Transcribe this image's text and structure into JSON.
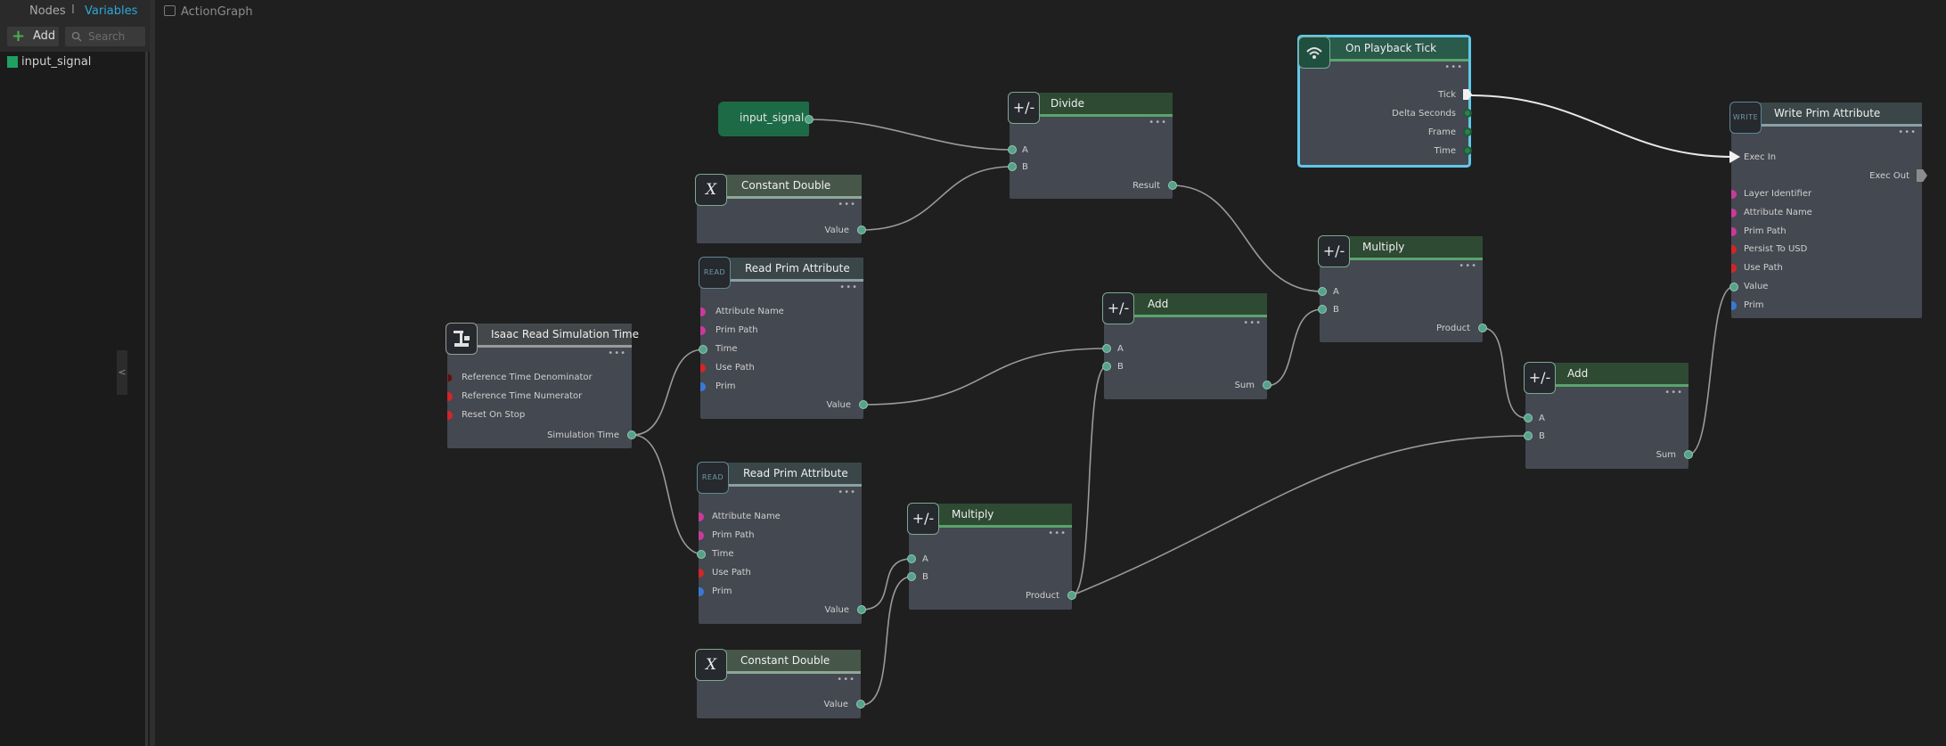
{
  "panel": {
    "tab_nodes": "Nodes",
    "tab_separator": "I",
    "tab_variables": "Variables",
    "add_label": "Add",
    "search_placeholder": "Search",
    "variables": [
      {
        "name": "input_signal",
        "color": "#1fa062"
      }
    ],
    "collapse_glyph": "<"
  },
  "graph": {
    "breadcrumb": "ActionGraph",
    "dots": "•••",
    "variable_node": {
      "label": "input_signal"
    },
    "nodes": {
      "divide": {
        "title": "Divide",
        "icon": "+/-",
        "inputs": [
          "A",
          "B"
        ],
        "output": "Result"
      },
      "const1": {
        "title": "Constant Double",
        "icon": "X",
        "output": "Value"
      },
      "read1": {
        "title": "Read Prim Attribute",
        "icon": "READ",
        "inputs": [
          "Attribute Name",
          "Prim Path",
          "Time",
          "Use Path",
          "Prim"
        ],
        "output": "Value"
      },
      "sim_time": {
        "title": "Isaac Read Simulation Time",
        "inputs": [
          "Reference Time Denominator",
          "Reference Time Numerator",
          "Reset On Stop"
        ],
        "output": "Simulation Time"
      },
      "read2": {
        "title": "Read Prim Attribute",
        "icon": "READ",
        "inputs": [
          "Attribute Name",
          "Prim Path",
          "Time",
          "Use Path",
          "Prim"
        ],
        "output": "Value"
      },
      "const2": {
        "title": "Constant Double",
        "icon": "X",
        "output": "Value"
      },
      "add1": {
        "title": "Add",
        "icon": "+/-",
        "inputs": [
          "A",
          "B"
        ],
        "output": "Sum"
      },
      "mult1": {
        "title": "Multiply",
        "icon": "+/-",
        "inputs": [
          "A",
          "B"
        ],
        "output": "Product"
      },
      "mult2": {
        "title": "Multiply",
        "icon": "+/-",
        "inputs": [
          "A",
          "B"
        ],
        "output": "Product"
      },
      "add2": {
        "title": "Add",
        "icon": "+/-",
        "inputs": [
          "A",
          "B"
        ],
        "output": "Sum"
      },
      "tick": {
        "title": "On Playback Tick",
        "icon": "wifi-icon",
        "outputs": [
          "Tick",
          "Delta Seconds",
          "Frame",
          "Time"
        ]
      },
      "write": {
        "title": "Write Prim Attribute",
        "icon": "WRITE",
        "exec_in": "Exec In",
        "exec_out": "Exec Out",
        "inputs": [
          "Layer Identifier",
          "Attribute Name",
          "Prim Path",
          "Persist To USD",
          "Use Path",
          "Value",
          "Prim"
        ]
      }
    }
  },
  "colors": {
    "accent_tab": "#2fa6d8",
    "selection": "#5fc8e8",
    "math_header": "#2e4a33",
    "float_port": "#58a28a",
    "token_port": "#c93a9a",
    "bool_port": "#d0262a",
    "prim_port": "#3a78d4"
  }
}
